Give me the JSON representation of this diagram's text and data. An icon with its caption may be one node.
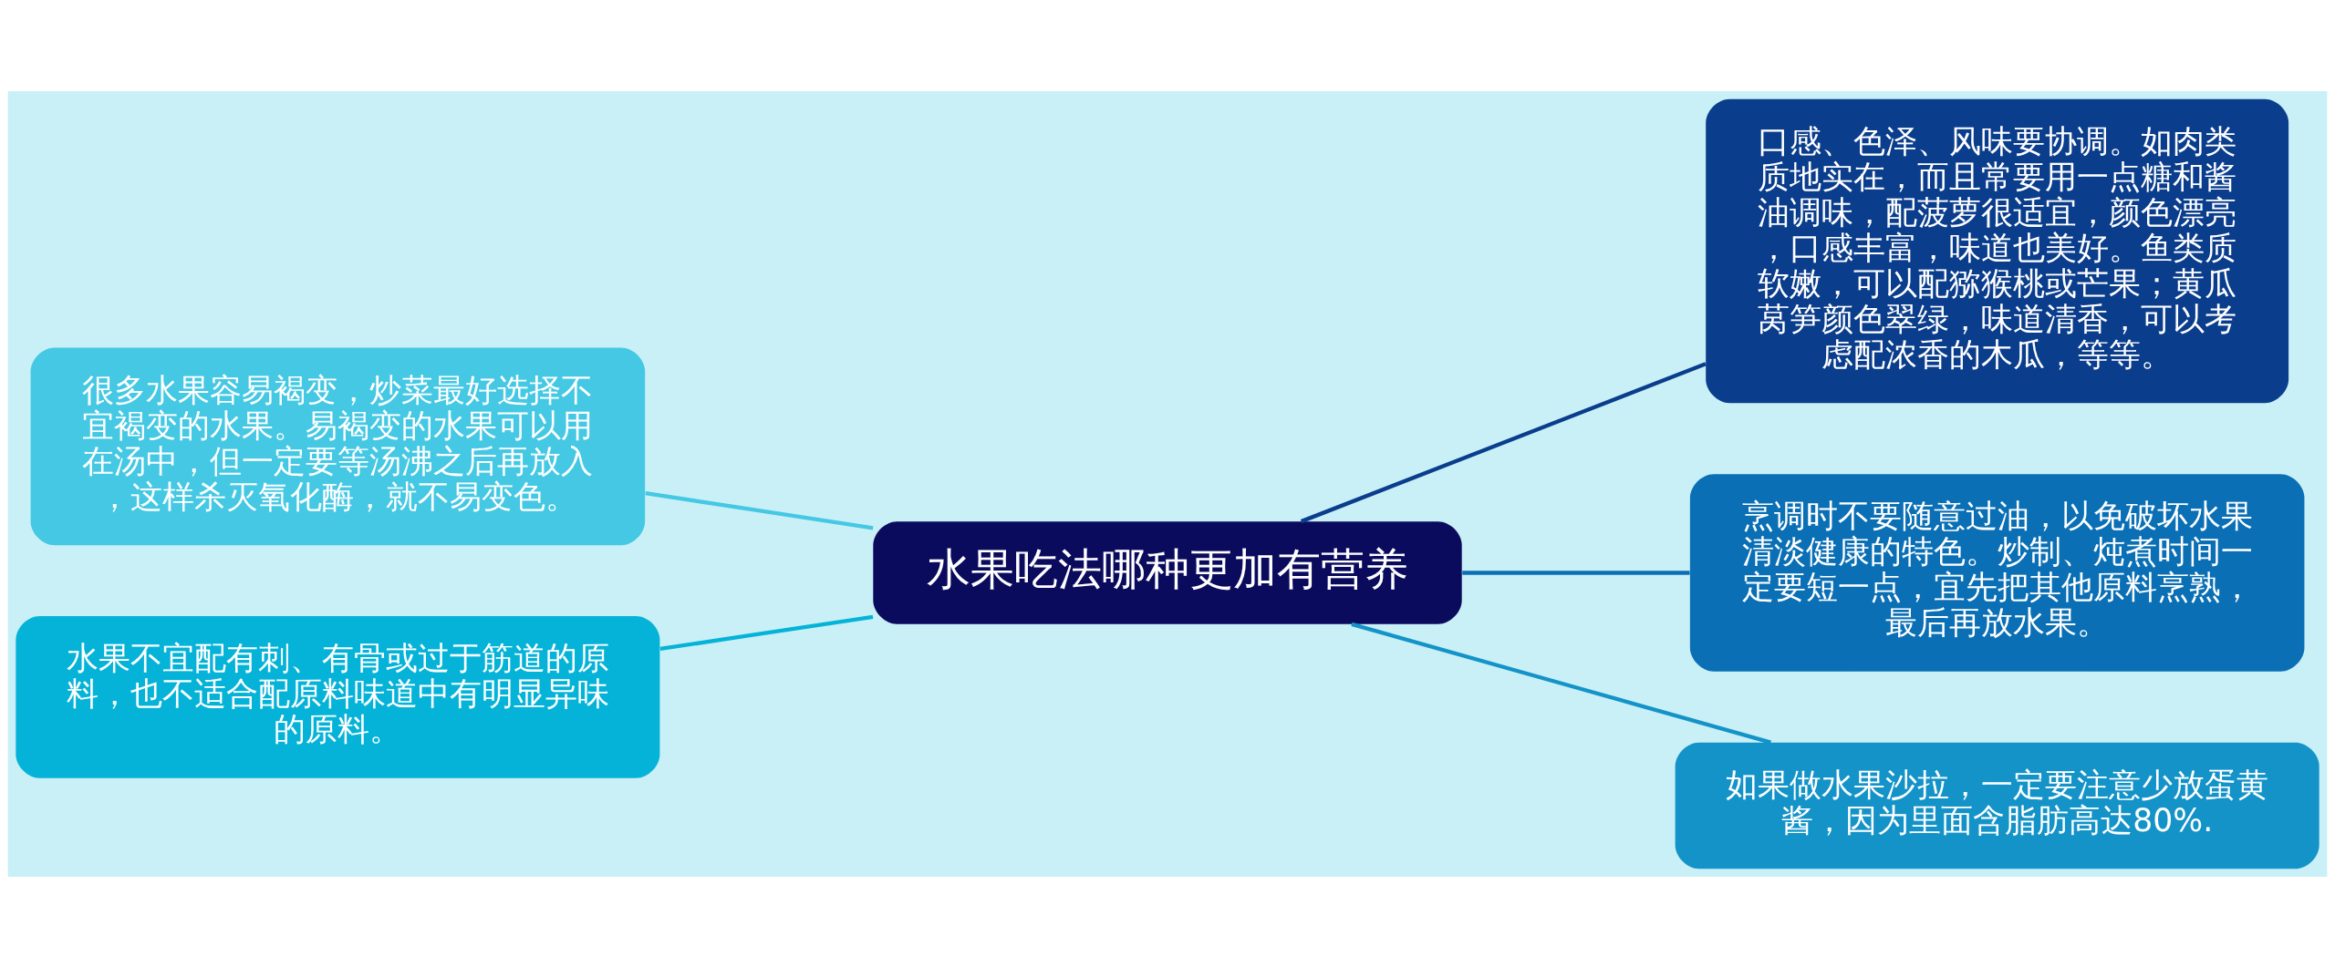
{
  "diagram": {
    "nodes": [
      {
        "text": [
          "水果吃法哪种更加有营养"
        ]
      },
      {
        "text": [
          "口感、色泽、风味要协调。如肉类质地实在，而且常要用一点糖和酱油调味，配菠萝很适宜，颜色漂亮，口感丰富，味道也美好。鱼类质软嫩，可以配猕猴桃或芒果；黄瓜莴笋颜色翠绿，味道清香，可以考虑配浓香的木瓜，等等。"
        ]
      },
      {
        "text": [
          "烹调时不要随意过油，以免破坏水果清淡健康的特色。炒制、炖煮时间一定要短一点，宜先把其他原料烹熟，最后再放水果。"
        ]
      },
      {
        "text": [
          "如果做水果沙拉，一定要注意少放蛋黄酱，因为里面含脂肪高达80%."
        ]
      },
      {
        "text": [
          "很多水果容易褐变，炒菜最好选择不宜褐变的水果。易褐变的水果可以用在汤中，但一定要等汤沸之后再放入，这样杀灭氧化酶，就不易变色。"
        ]
      },
      {
        "text": [
          "水果不宜配有刺、有骨或过于筋道的原料，也不适合配原料味道中有明显异味的原料。"
        ]
      }
    ],
    "edges": [
      {
        "from": 0,
        "to": 1,
        "arrow": "none",
        "color": "#0a3d8c"
      },
      {
        "from": 0,
        "to": 2,
        "arrow": "none",
        "color": "#0a6fb5"
      },
      {
        "from": 0,
        "to": 3,
        "arrow": "none",
        "color": "#1493c8"
      },
      {
        "from": 0,
        "to": 4,
        "arrow": "none",
        "color": "#45c8e3"
      },
      {
        "from": 0,
        "to": 5,
        "arrow": "none",
        "color": "#06b3d8"
      }
    ]
  }
}
